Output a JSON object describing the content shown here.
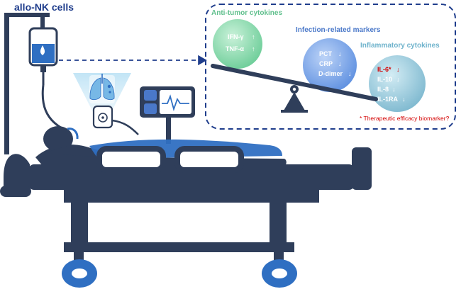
{
  "title": "allo-NK cells",
  "panel": {
    "anti_tumor": {
      "heading": "Anti-tumor cytokines",
      "markers": [
        {
          "name": "IFN-γ",
          "arrow": "↑"
        },
        {
          "name": "TNF-α",
          "arrow": "↑"
        }
      ]
    },
    "infection": {
      "heading": "Infection-related markers",
      "markers": [
        {
          "name": "PCT",
          "arrow": "↓"
        },
        {
          "name": "CRP",
          "arrow": "↓"
        },
        {
          "name": "D-dimer",
          "arrow": "↓"
        }
      ]
    },
    "inflammatory": {
      "heading": "Inflammatory cytokines",
      "markers": [
        {
          "name": "IL-6*",
          "arrow": "↓",
          "highlight": true
        },
        {
          "name": "IL-10",
          "arrow": "↓"
        },
        {
          "name": "IL-8",
          "arrow": "↓"
        },
        {
          "name": "IL-1RA",
          "arrow": "↓"
        }
      ]
    },
    "footnote": "* Therapeutic efficacy biomarker?"
  },
  "colors": {
    "navy": "#2f3e5a",
    "dark_blue": "#1f3d8c",
    "green_circle": "#7fd4a6",
    "blue_circle": "#6f9ee8",
    "teal_circle": "#8ec5d8",
    "highlight_red": "#d40000",
    "wheel_blue": "#2f6fc2"
  },
  "icons": {
    "iv_bag": "iv-bag-icon",
    "lungs": "lungs-icon",
    "monitor": "heart-monitor-icon",
    "bed": "hospital-bed-icon",
    "patient": "patient-icon",
    "seesaw": "seesaw-icon"
  }
}
